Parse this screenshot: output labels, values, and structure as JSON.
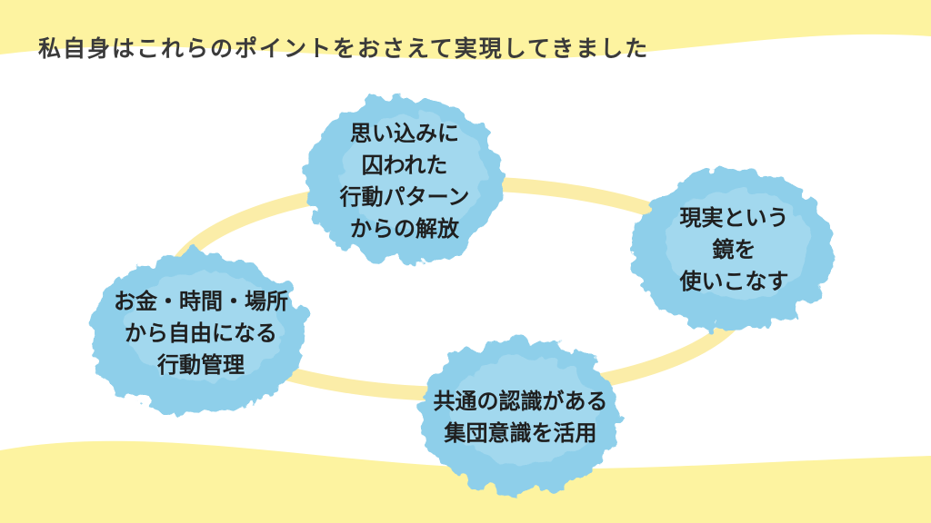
{
  "title": "私自身はこれらのポイントをおさえて実現してきました",
  "colors": {
    "banner_yellow": "#fdf3a0",
    "cycle_ring": "#fbeda8",
    "cloud_fill": "#8ecfea",
    "cloud_fill_light": "#b4e0f3",
    "text_dark": "#1f1f1f",
    "title_text": "#3a3a3a"
  },
  "nodes": {
    "top": {
      "lines": [
        "思い込みに",
        "囚われた",
        "行動パターン",
        "からの解放"
      ]
    },
    "right": {
      "lines": [
        "現実という",
        "鏡を",
        "使いこなす"
      ]
    },
    "left": {
      "lines": [
        "お金・時間・場所",
        "から自由になる",
        "行動管理"
      ]
    },
    "bottom": {
      "lines": [
        "共通の認識がある",
        "集団意識を活用"
      ]
    }
  }
}
